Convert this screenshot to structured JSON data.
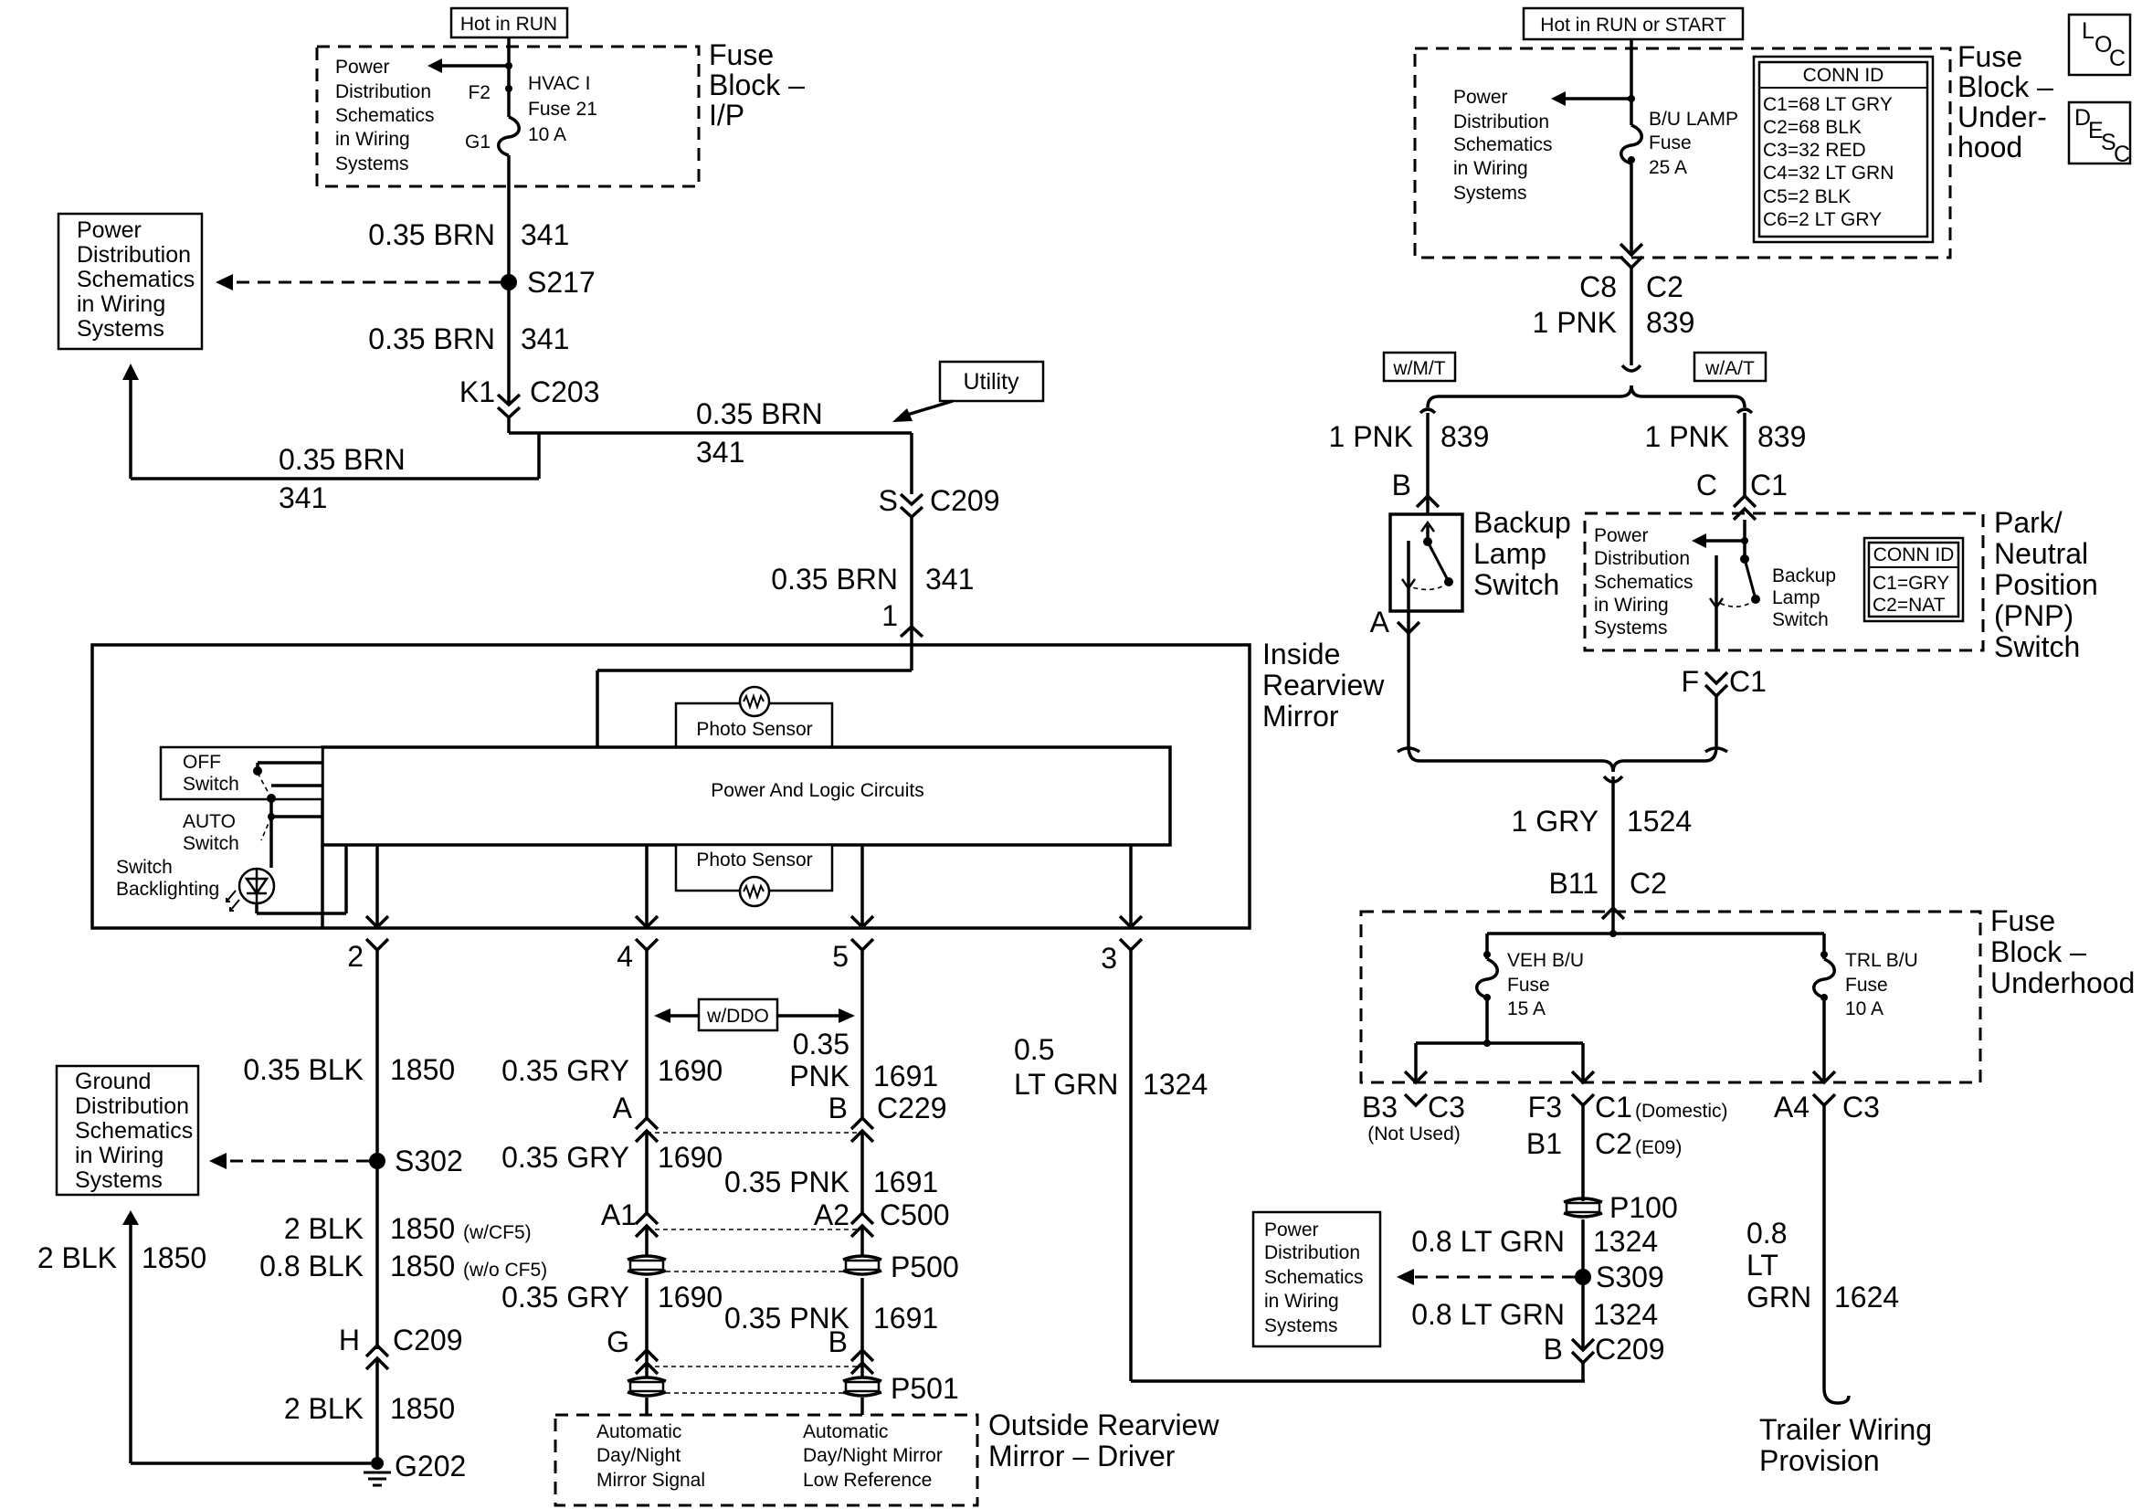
{
  "fuse_ip": {
    "hot_label": "Hot in RUN",
    "name": [
      "Fuse",
      "Block –",
      "I/P"
    ],
    "fuse": [
      "HVAC I",
      "Fuse 21",
      "10 A"
    ],
    "pin_in": "F2",
    "pin_out": "G1",
    "pds": [
      "Power",
      "Distribution",
      "Schematics",
      "in Wiring",
      "Systems"
    ]
  },
  "left_pds": [
    "Power",
    "Distribution",
    "Schematics",
    "in Wiring",
    "Systems"
  ],
  "w341": {
    "gauge": "0.35 BRN",
    "circuit": "341",
    "splice": "S217",
    "pin": "K1",
    "conn": "C203",
    "utility": "Utility",
    "c209_pin": "S",
    "c209": "C209",
    "mirror_pin": "1"
  },
  "mirror": {
    "name": [
      "Inside",
      "Rearview",
      "Mirror"
    ],
    "photo_top": "Photo Sensor",
    "photo_bottom": "Photo Sensor",
    "logic": "Power And Logic Circuits",
    "off": [
      "OFF",
      "Switch"
    ],
    "auto": [
      "AUTO",
      "Switch"
    ],
    "backlight": [
      "Switch",
      "Backlighting"
    ],
    "pins": [
      "2",
      "4",
      "5",
      "3"
    ]
  },
  "w1850": {
    "a_gauge": "0.35 BLK",
    "circuit": "1850",
    "splice": "S302",
    "b_gauge": "2 BLK",
    "c_gauge": "0.8 BLK",
    "opt1": "(w/CF5)",
    "opt2": "(w/o CF5)",
    "pin": "H",
    "conn": "C209",
    "d_gauge": "2 BLK",
    "ground": "G202",
    "g_gauge": "2 BLK"
  },
  "ground_dist": [
    "Ground",
    "Distribution",
    "Schematics",
    "in Wiring",
    "Systems"
  ],
  "w1690": {
    "gauge": "0.35 GRY",
    "circuit": "1690",
    "pin1": "A",
    "pin2": "A1",
    "pin3": "G"
  },
  "w1691": {
    "gauge_top_1": "0.35",
    "gauge_top_2": "PNK",
    "gauge": "0.35 PNK",
    "circuit": "1691",
    "pin1": "B",
    "conn1": "C229",
    "pin2": "A2",
    "conn2": "C500",
    "pin3": "B",
    "conn3": "P500",
    "conn4": "P501"
  },
  "ddo": "w/DDO",
  "w1324": {
    "gauge_1": "0.5",
    "gauge_2": "LT GRN",
    "circuit": "1324",
    "gauge_b": "0.8 LT GRN",
    "splice": "S309",
    "pin": "B",
    "conn": "C209",
    "p100": "P100"
  },
  "outside_mirror": {
    "name": [
      "Outside Rearview",
      "Mirror – Driver"
    ],
    "sig": [
      "Automatic",
      "Day/Night",
      "Mirror Signal"
    ],
    "ref": [
      "Automatic",
      "Day/Night Mirror",
      "Low Reference"
    ]
  },
  "fuse_uh": {
    "hot_label": "Hot in RUN or START",
    "name": [
      "Fuse",
      "Block –",
      "Under-",
      "hood"
    ],
    "fuse": [
      "B/U LAMP",
      "Fuse",
      "25 A"
    ],
    "pds": [
      "Power",
      "Distribution",
      "Schematics",
      "in Wiring",
      "Systems"
    ],
    "conn_title": "CONN ID",
    "conn": [
      "C1=68 LT GRY",
      "C2=68 BLK",
      "C3=32 RED",
      "C4=32 LT GRN",
      "C5=2 BLK",
      "C6=2 LT GRY"
    ],
    "pin_c8": "C8",
    "conn_c2": "C2"
  },
  "loc": {
    "l": "L",
    "o": "O",
    "c": "C"
  },
  "desc": {
    "d": "D",
    "e": "E",
    "s": "S",
    "c": "C"
  },
  "w839": {
    "gauge": "1 PNK",
    "circuit": "839",
    "mt": "w/M/T",
    "at": "w/A/T"
  },
  "backup_switch": {
    "name": [
      "Backup",
      "Lamp",
      "Switch"
    ],
    "pin_b": "B",
    "pin_a": "A"
  },
  "pnp": {
    "name": [
      "Park/",
      "Neutral",
      "Position",
      "(PNP)",
      "Switch"
    ],
    "pds": [
      "Power",
      "Distribution",
      "Schematics",
      "in Wiring",
      "Systems"
    ],
    "sw": [
      "Backup",
      "Lamp",
      "Switch"
    ],
    "conn_title": "CONN ID",
    "conn": [
      "C1=GRY",
      "C2=NAT"
    ],
    "pin_c": "C",
    "conn_c1": "C1",
    "pin_f": "F",
    "conn_f": "C1"
  },
  "w1524": {
    "gauge": "1 GRY",
    "circuit": "1524",
    "pin": "B11",
    "conn": "C2"
  },
  "fuse_uh2": {
    "name": [
      "Fuse",
      "Block –",
      "Underhood"
    ],
    "veh": [
      "VEH B/U",
      "Fuse",
      "15 A"
    ],
    "trl": [
      "TRL B/U",
      "Fuse",
      "10 A"
    ],
    "b3": "B3",
    "c3": "C3",
    "not_used": "(Not Used)",
    "f3": "F3",
    "b1": "B1",
    "c1": "C1",
    "dom": "(Domestic)",
    "c2": "C2",
    "e09": "(E09)",
    "a4": "A4",
    "c3b": "C3"
  },
  "pds_lower": [
    "Power",
    "Distribution",
    "Schematics",
    "in Wiring",
    "Systems"
  ],
  "w1624": {
    "gauge_1": "0.8",
    "gauge_2": "LT",
    "gauge_3": "GRN",
    "circuit": "1624",
    "dest": [
      "Trailer Wiring",
      "Provision"
    ]
  }
}
